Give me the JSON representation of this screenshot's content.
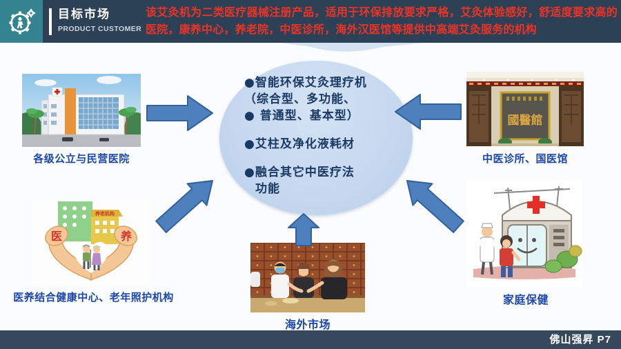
{
  "header": {
    "title": "目标市场",
    "subtitle": "PRODUCT CUSTOMER",
    "description": "该艾灸机为二类医疗器械注册产品，适用于环保排放要求严格，艾灸体验感好，舒适度要求高的医院，康养中心，养老院，中医诊所，海外汉医馆等提供中高端艾灸服务的机构"
  },
  "center_circle": {
    "items": [
      {
        "lines": [
          "●智能环保艾灸理疗机",
          "（综合型、多功能、",
          "● 普通型、基本型）"
        ]
      },
      {
        "lines": [
          "●艾柱及净化液耗材"
        ]
      },
      {
        "lines": [
          "●融合其它中医疗法",
          "功能"
        ]
      }
    ]
  },
  "segments": [
    {
      "id": "public-private-hospitals",
      "label": "各级公立与民营医院",
      "image": "modern-hospital-building-photo"
    },
    {
      "id": "tcm-clinics",
      "label": "中医诊所、国医馆",
      "image": "tcm-hall-interior-photo",
      "image_text": "國醫館"
    },
    {
      "id": "elder-care",
      "label": "医养结合健康中心、老年照护机构",
      "image": "heart-hands-elderly-cartoon",
      "image_texts": {
        "left_hand": "医",
        "right_hand": "养",
        "building": "养老机构"
      }
    },
    {
      "id": "overseas-market",
      "label": "海外市场",
      "image": "overseas-tcm-pharmacy-photo"
    },
    {
      "id": "family-health",
      "label": "家庭保健",
      "image": "family-clinic-cartoon"
    }
  ],
  "footer": {
    "text": "佛山强昇 P7"
  },
  "colors": {
    "header_bg": "#2d4156",
    "logo_teal": "#338391",
    "description_red": "#ed3325",
    "circle_fill": "#c5d8ef",
    "circle_text": "#1a3a63",
    "arrow_blue": "#4d80bd",
    "arrow_outline": "#31609b",
    "label_blue": "#1c46a8",
    "footer_bg": "#36495c"
  }
}
